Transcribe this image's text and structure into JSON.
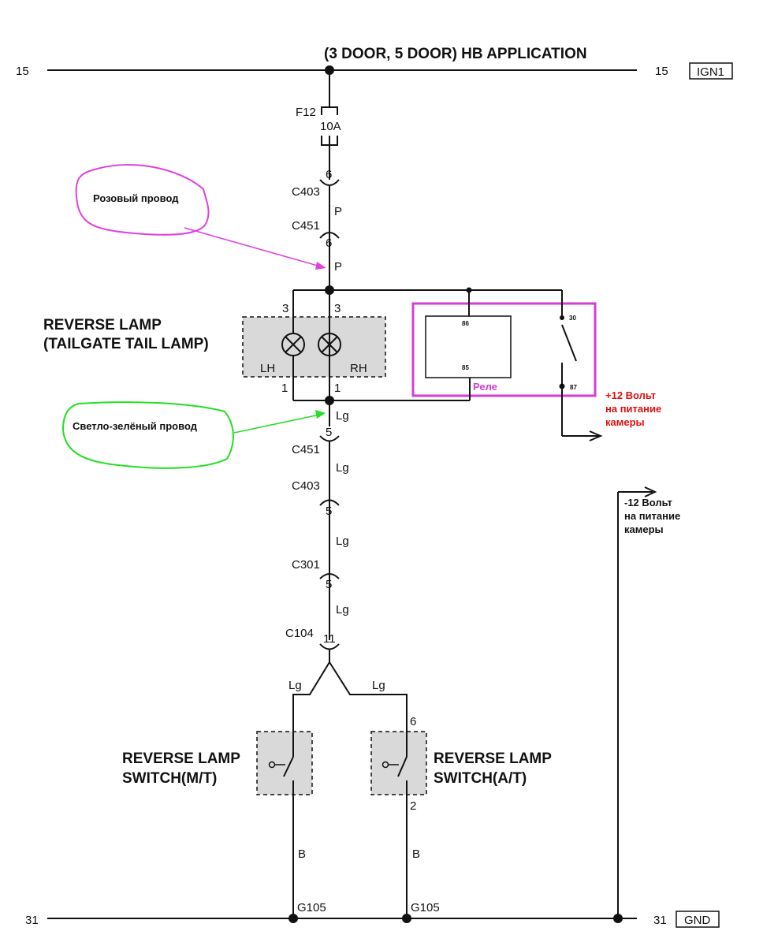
{
  "title": "(3 DOOR, 5 DOOR) HB APPLICATION",
  "rails": {
    "top_left": "15",
    "top_right": "15",
    "top_box": "IGN1",
    "bottom_left": "31",
    "bottom_right": "31",
    "bottom_box": "GND"
  },
  "fuse": {
    "name": "F12",
    "rating": "10A"
  },
  "connectors": {
    "c403_top": {
      "name": "C403",
      "pin": "6"
    },
    "c451_top": {
      "name": "C451",
      "pin": "6"
    },
    "c451_bot": {
      "name": "C451",
      "pin": "5"
    },
    "c403_bot": {
      "name": "C403",
      "pin": "5"
    },
    "c301": {
      "name": "C301",
      "pin": "5"
    },
    "c104": {
      "name": "C104",
      "pin": "11"
    }
  },
  "wires": {
    "p1": "P",
    "p2": "P",
    "lg1": "Lg",
    "lg2": "Lg",
    "lg3": "Lg",
    "lg4": "Lg",
    "lg_left": "Lg",
    "lg_right": "Lg",
    "b_left": "B",
    "b_right": "B"
  },
  "lamp": {
    "title_line1": "REVERSE LAMP",
    "title_line2": "(TAILGATE TAIL LAMP)",
    "left_label": "LH",
    "right_label": "RH",
    "left_top_pin": "3",
    "right_top_pin": "3",
    "left_bottom_pin": "1",
    "right_bottom_pin": "1"
  },
  "relay": {
    "label": "Реле",
    "pin86": "86",
    "pin85": "85",
    "pin30": "30",
    "pin87": "87",
    "box_color": "#d63cd6"
  },
  "switch_mt": {
    "line1": "REVERSE LAMP",
    "line2": "SWITCH(M/T)"
  },
  "switch_at": {
    "line1": "REVERSE LAMP",
    "line2": "SWITCH(A/T)",
    "pin_top": "6",
    "pin_bottom": "2"
  },
  "grounds": {
    "left": "G105",
    "right": "G105"
  },
  "annotations": {
    "pink_wire": "Розовый провод",
    "green_wire": "Светло-зелёный провод",
    "plus12_line1": "+12 Вольт",
    "plus12_line2": "на питание",
    "plus12_line3": "камеры",
    "minus12_line1": "-12 Вольт",
    "minus12_line2": "на питание",
    "minus12_line3": "камеры",
    "pink_color": "#e040e0",
    "green_color": "#22e022",
    "red_color": "#e01010"
  }
}
